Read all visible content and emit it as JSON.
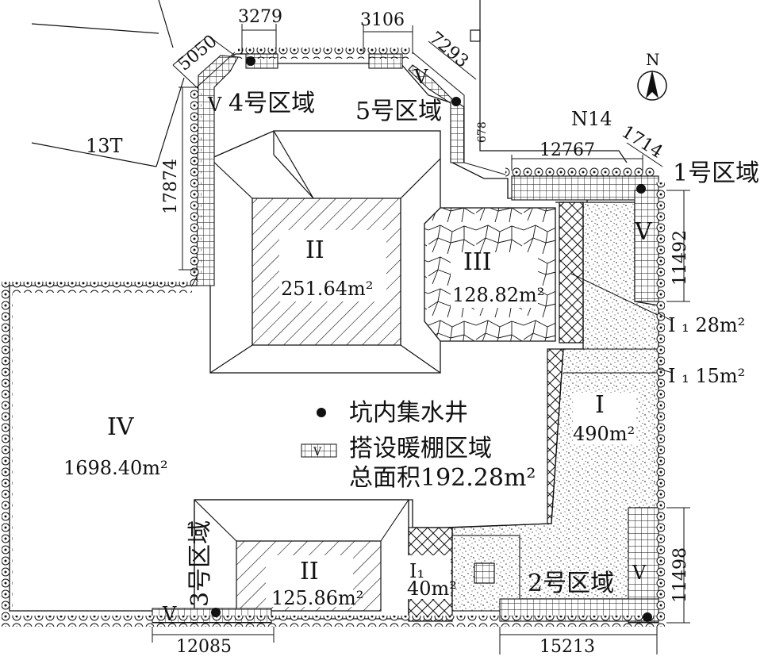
{
  "compass": {
    "north": "N"
  },
  "site_labels": {
    "t13": "13T",
    "n14": "N14"
  },
  "zones": {
    "z1": "1号区域",
    "z2": "2号区域",
    "z3": "3号区域",
    "z4": "4号区域",
    "z5": "5号区域"
  },
  "regions": {
    "ii_top": {
      "roman": "II",
      "area": "251.64",
      "unit": "m²"
    },
    "iii": {
      "roman": "III",
      "area": "128.82",
      "unit": "m²"
    },
    "iv": {
      "roman": "IV",
      "area": "1698.40",
      "unit": "m²"
    },
    "i": {
      "roman": "I",
      "area": "490",
      "unit": "m²"
    },
    "ii_bot": {
      "roman": "II",
      "area": "125.86",
      "unit": "m²"
    },
    "i1_bot": {
      "roman": "I₁",
      "area": "40",
      "unit": "m²"
    },
    "i1_a": {
      "label": "I ₁ 28m²"
    },
    "i1_b": {
      "label": "I ₁ 15m²"
    }
  },
  "v_marks": {
    "v": "V"
  },
  "dimensions": {
    "d3279": "3279",
    "d3106": "3106",
    "d5050": "5050",
    "d7293": "7293",
    "d17874": "17874",
    "d678": "678",
    "d12767": "12767",
    "d1714": "1714",
    "d11492": "11492",
    "d11498": "11498",
    "d12085": "12085",
    "d15213": "15213"
  },
  "legend": {
    "sump": "坑内集水井",
    "shed": "搭设暖棚区域",
    "total": "总面积192.28m²"
  },
  "colors": {
    "line": "#111111",
    "fill_dots": "#555555"
  }
}
